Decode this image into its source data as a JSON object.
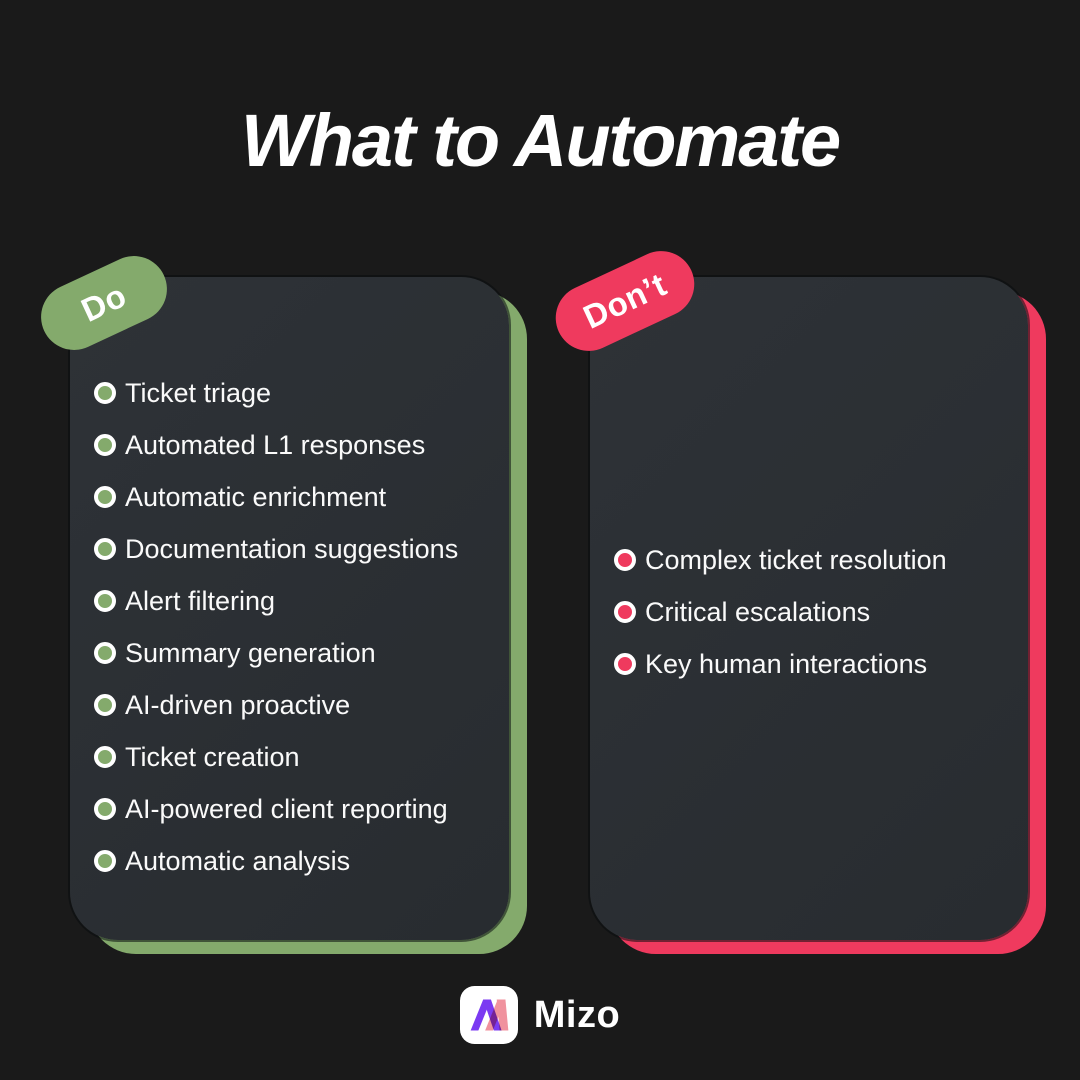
{
  "page": {
    "background_color": "#1a1a1a",
    "card_color": "#2b2f34",
    "title": "What to Automate"
  },
  "do_card": {
    "badge_label": "Do",
    "accent_color": "#84aa6c",
    "items": [
      "Ticket triage",
      "Automated L1 responses",
      "Automatic enrichment",
      "Documentation suggestions",
      "Alert filtering",
      "Summary generation",
      "AI-driven proactive",
      "Ticket creation",
      "AI-powered client reporting",
      "Automatic analysis"
    ]
  },
  "dont_card": {
    "badge_label": "Don’t",
    "accent_color": "#ef3a5e",
    "items": [
      "Complex ticket resolution",
      "Critical escalations",
      "Key human interactions"
    ]
  },
  "footer": {
    "brand_name": "Mizo",
    "logo_icon": "mizo-m-icon",
    "logo_colors": {
      "purple": "#7b3af2",
      "pink": "#f0929e"
    }
  }
}
